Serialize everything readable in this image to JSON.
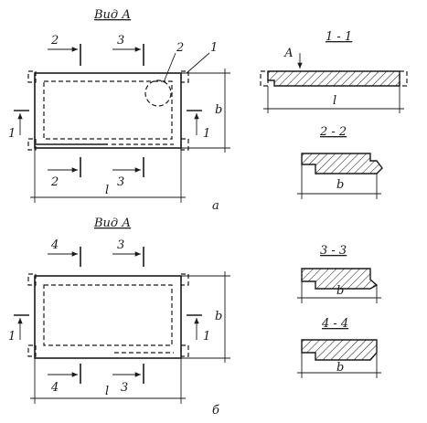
{
  "view_a_top": "Вид А",
  "view_a_bottom": "Вид А",
  "cut_2": "2",
  "cut_3": "3",
  "cut_1": "1",
  "cut_4": "4",
  "callout_2": "2",
  "callout_1": "1",
  "dim_l": "l",
  "dim_b": "b",
  "caption_a": "а",
  "caption_b": "б",
  "section_1_1": "1 - 1",
  "section_2_2": "2 - 2",
  "section_3_3": "3 - 3",
  "section_4_4": "4 - 4",
  "arrow_A": "А"
}
